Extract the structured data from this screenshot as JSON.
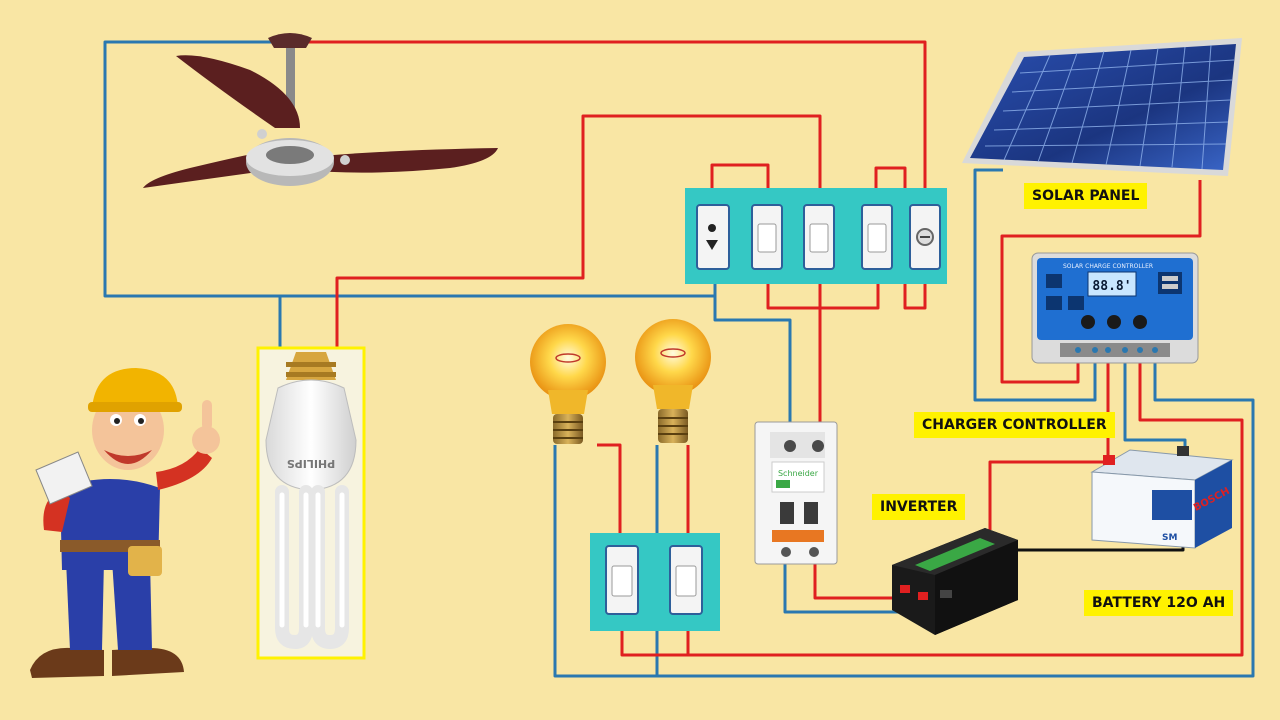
{
  "labels": {
    "solar_panel": "SOLAR PANEL",
    "charger_controller": "CHARGER CONTROLLER",
    "inverter": "INVERTER",
    "battery": "BATTERY  12O AH"
  },
  "device_text": {
    "controller_header": "SOLAR CHARGE CONTROLLER",
    "controller_display": "88.8'",
    "battery_brand": "BOSCH",
    "battery_model": "SM",
    "bulb_brand": "PHILIPS",
    "breaker_brand": "Schneider"
  },
  "colors": {
    "background": "#f9e6a4",
    "live_wire": "#e02020",
    "neutral_wire": "#2a78b0",
    "label_bg": "#fff200",
    "switch_board": "#35c8c4",
    "panel_blue": "#1d3f8f"
  }
}
